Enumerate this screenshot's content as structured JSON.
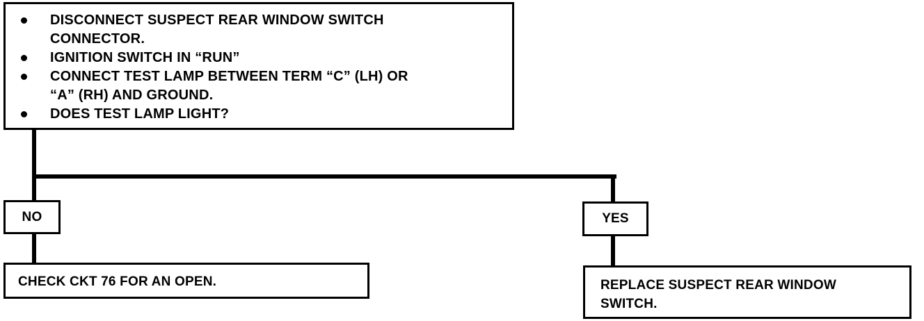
{
  "question_box": {
    "steps": [
      {
        "line1": "DISCONNECT SUSPECT REAR WINDOW SWITCH",
        "line2": "CONNECTOR."
      },
      {
        "line1": "IGNITION SWITCH IN “RUN”",
        "line2": ""
      },
      {
        "line1": "CONNECT TEST LAMP BETWEEN TERM “C” (LH) OR",
        "line2": "“A” (RH) AND GROUND."
      },
      {
        "line1": "DOES TEST LAMP LIGHT?",
        "line2": ""
      }
    ]
  },
  "branches": {
    "no": {
      "label": "NO",
      "result_line1": "CHECK CKT 76 FOR AN OPEN.",
      "result_line2": ""
    },
    "yes": {
      "label": "YES",
      "result_line1": "REPLACE SUSPECT REAR WINDOW",
      "result_line2": "SWITCH."
    }
  }
}
